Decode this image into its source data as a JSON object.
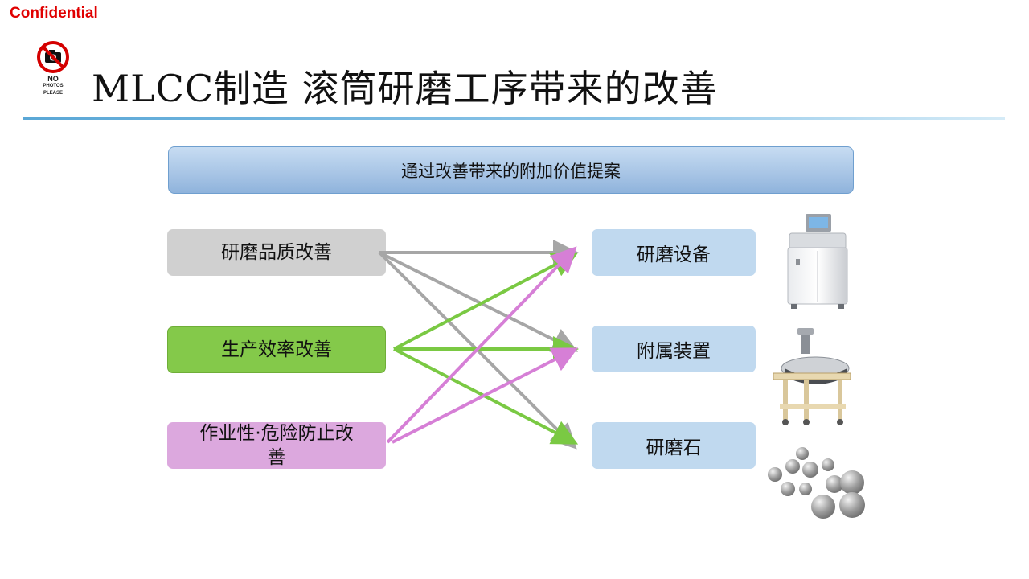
{
  "header": {
    "confidential": "Confidential",
    "no_photos_line1": "NO",
    "no_photos_line2": "PHOTOS",
    "no_photos_line3": "PLEASE",
    "title": "MLCC制造 滚筒研磨工序带来的改善"
  },
  "diagram": {
    "banner": "通过改善带来的附加价值提案",
    "left": [
      {
        "label": "研磨品质改善",
        "color": "#d0d0d0"
      },
      {
        "label": "生产效率改善",
        "color": "#84c94a"
      },
      {
        "label": "作业性·危险防止改善",
        "color": "#dca8de"
      }
    ],
    "right": [
      {
        "label": "研磨设备",
        "image": "grinding-machine"
      },
      {
        "label": "附属装置",
        "image": "auxiliary-device"
      },
      {
        "label": "研磨石",
        "image": "grinding-balls"
      }
    ],
    "arrow_colors": {
      "quality": "#a6a6a6",
      "efficiency": "#7ac943",
      "safety": "#d67fd6"
    }
  }
}
